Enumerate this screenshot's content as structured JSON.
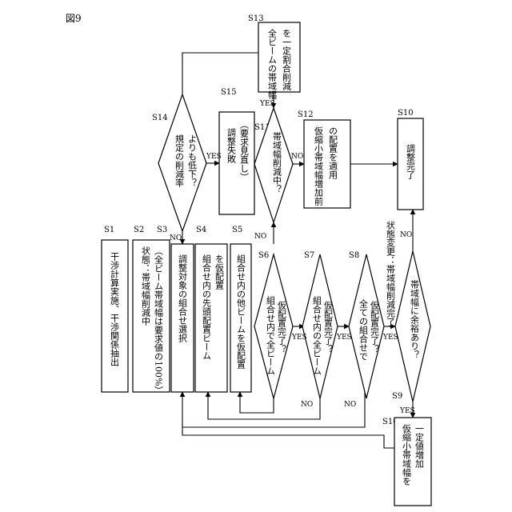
{
  "figure_label": "図9",
  "nodes": {
    "S1": {
      "id": "S1",
      "lines": [
        "干渉計算実施、干渉関係抽出"
      ]
    },
    "S2": {
      "id": "S2",
      "lines": [
        "状態：帯域幅削減中",
        "（全ビーム帯域幅は要求値の100%）"
      ]
    },
    "S3": {
      "id": "S3",
      "lines": [
        "調整対象の組合せ選択"
      ]
    },
    "S4": {
      "id": "S4",
      "lines": [
        "組合せ内の先頭配置ビーム",
        "を仮配置"
      ]
    },
    "S5": {
      "id": "S5",
      "lines": [
        "組合せ内の他ビームを仮配置"
      ]
    },
    "S6": {
      "id": "S6",
      "lines": [
        "組合せ内で全ビーム",
        "仮配置完了？"
      ]
    },
    "S7": {
      "id": "S7",
      "lines": [
        "組合せ内の全ビーム",
        "仮配置完了？"
      ]
    },
    "S8": {
      "id": "S8",
      "lines": [
        "全ての組合せで",
        "仮配置完了？"
      ]
    },
    "S9": {
      "id": "S9",
      "lines": [
        "帯域幅に余裕あり？"
      ],
      "note": "状態変更：帯域幅削減完了"
    },
    "S10": {
      "id": "S10",
      "lines": [
        "調整完了"
      ]
    },
    "S11": {
      "id": "S11",
      "lines": [
        "帯域幅削減中？"
      ]
    },
    "S12": {
      "id": "S12",
      "lines": [
        "仮縮小帯域幅増加前",
        "の配置を適用"
      ]
    },
    "S13": {
      "id": "S13",
      "lines": [
        "全ビームの帯域幅",
        "を一定割合削減"
      ]
    },
    "S14": {
      "id": "S14",
      "lines": [
        "規定の削減率",
        "よりも低下？"
      ]
    },
    "S15": {
      "id": "S15",
      "lines": [
        "調整失敗",
        "（要求見直し）"
      ]
    },
    "S16": {
      "id": "S16",
      "lines": [
        "仮縮小帯域幅を",
        "一定値増加"
      ]
    }
  },
  "branch": {
    "yes": "YES",
    "no": "NO"
  }
}
